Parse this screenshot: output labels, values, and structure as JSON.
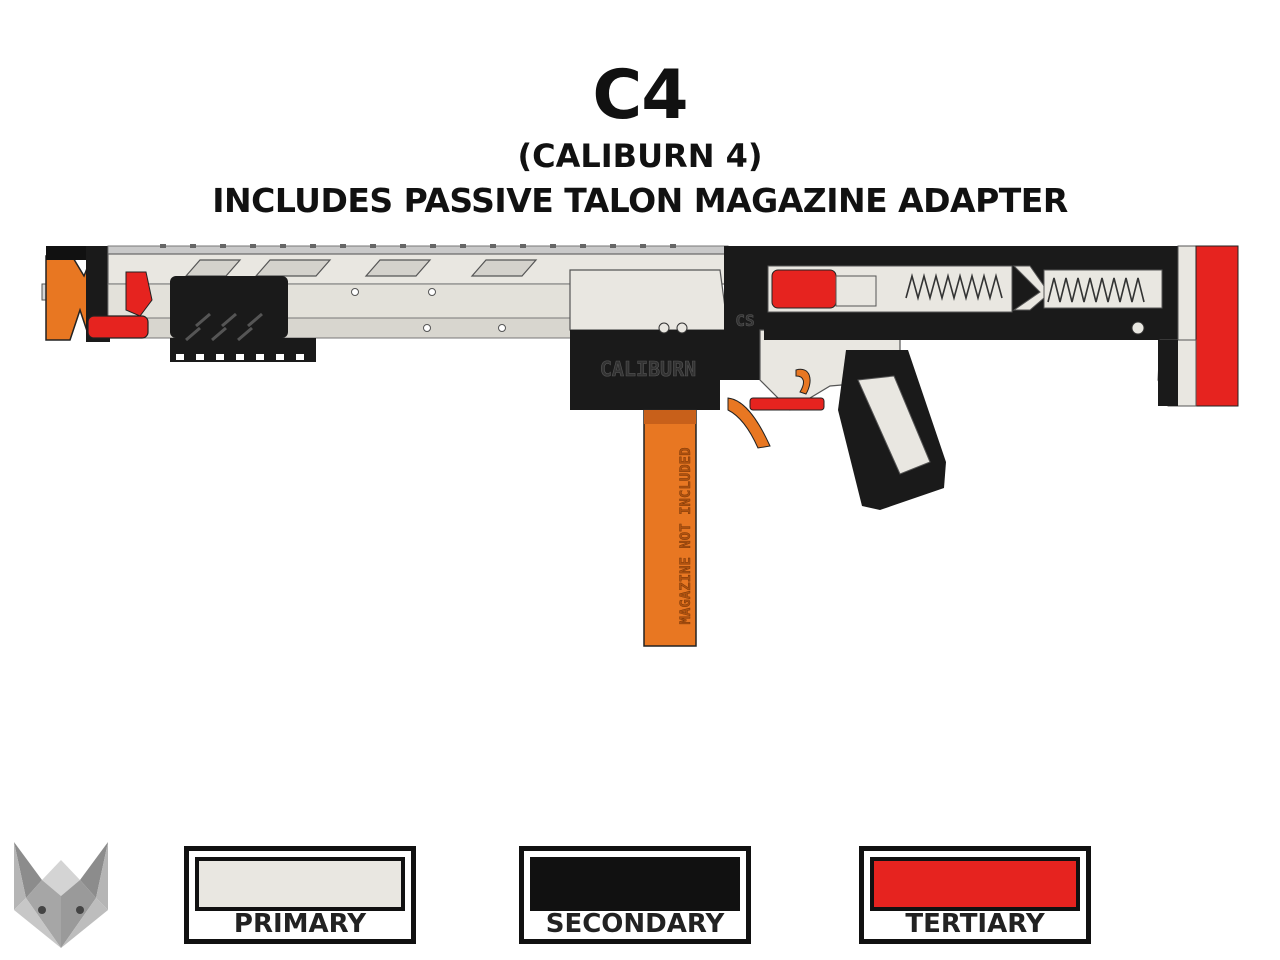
{
  "header": {
    "title": "C4",
    "subtitle": "(CALIBURN 4)",
    "note": "INCLUDES PASSIVE TALON MAGAZINE ADAPTER"
  },
  "blaster": {
    "side_text": "CALIBURN",
    "stock_text": "CS",
    "magazine_text": "MAGAZINE NOT INCLUDED"
  },
  "colors": {
    "primary": "#e9e7e1",
    "secondary": "#111111",
    "tertiary": "#e6231f",
    "accent": "#e87722"
  },
  "swatches": [
    {
      "label": "PRIMARY",
      "color": "#e9e7e1"
    },
    {
      "label": "SECONDARY",
      "color": "#111111"
    },
    {
      "label": "TERTIARY",
      "color": "#e6231f"
    }
  ]
}
